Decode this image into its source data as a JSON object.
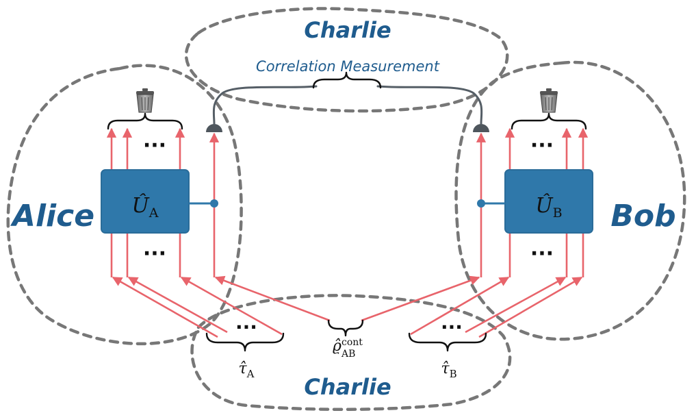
{
  "parties": {
    "alice": "Alice",
    "bob": "Bob",
    "charlie_top": "Charlie",
    "charlie_bottom": "Charlie"
  },
  "measurement_label": "Correlation Measurement",
  "unitaries": {
    "a": {
      "base": "Û",
      "sub": "A"
    },
    "b": {
      "base": "Û",
      "sub": "B"
    }
  },
  "states": {
    "tau_a": {
      "base": "τ̂",
      "sub": "A"
    },
    "tau_b": {
      "base": "τ̂",
      "sub": "B"
    },
    "rho": {
      "base": "ϱ̂",
      "sub": "AB",
      "sup": "cont"
    }
  },
  "ellipsis": "···",
  "colors": {
    "wire": "#e8646b",
    "box": "#2f78aa",
    "label": "#1f5c8e",
    "dashed": "#777777"
  },
  "icons": [
    "trash-can-icon",
    "detector-icon"
  ]
}
